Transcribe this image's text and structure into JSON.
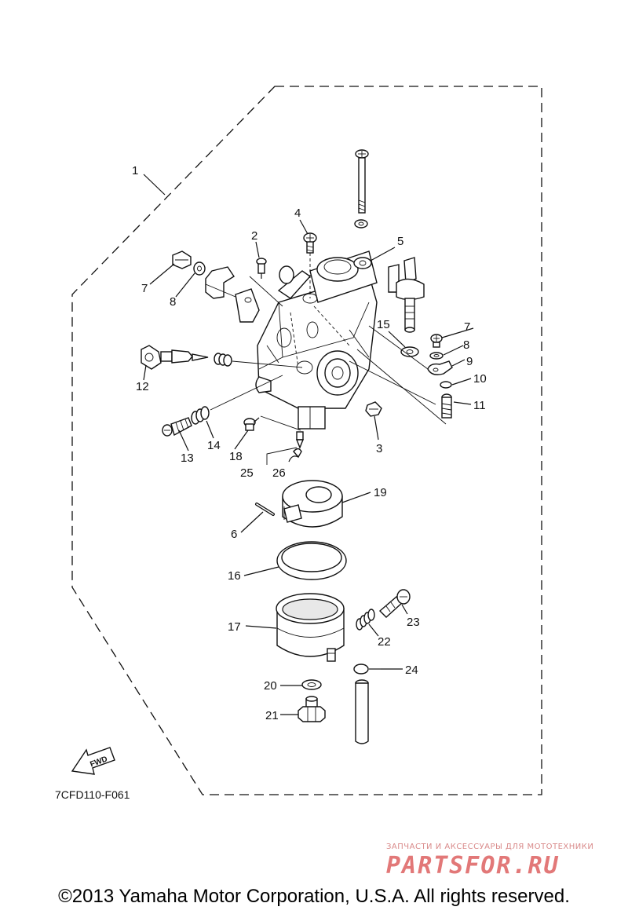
{
  "diagram": {
    "callouts": [
      "1",
      "2",
      "3",
      "4",
      "5",
      "6",
      "7",
      "8",
      "9",
      "10",
      "11",
      "12",
      "13",
      "14",
      "15",
      "16",
      "17",
      "18",
      "19",
      "20",
      "21",
      "22",
      "23",
      "24",
      "25",
      "26"
    ],
    "callout_7b": "7",
    "callout_8b": "8",
    "figure_code": "7CFD110-F061",
    "fwd_label": "FWD"
  },
  "watermark": {
    "tagline": "ЗАПЧАСТИ И АКСЕССУАРЫ ДЛЯ МОТОТЕХНИКИ",
    "brand": "PARTSFOR.RU"
  },
  "footer": {
    "copyright": "©2013 Yamaha Motor Corporation, U.S.A. All rights reserved."
  }
}
